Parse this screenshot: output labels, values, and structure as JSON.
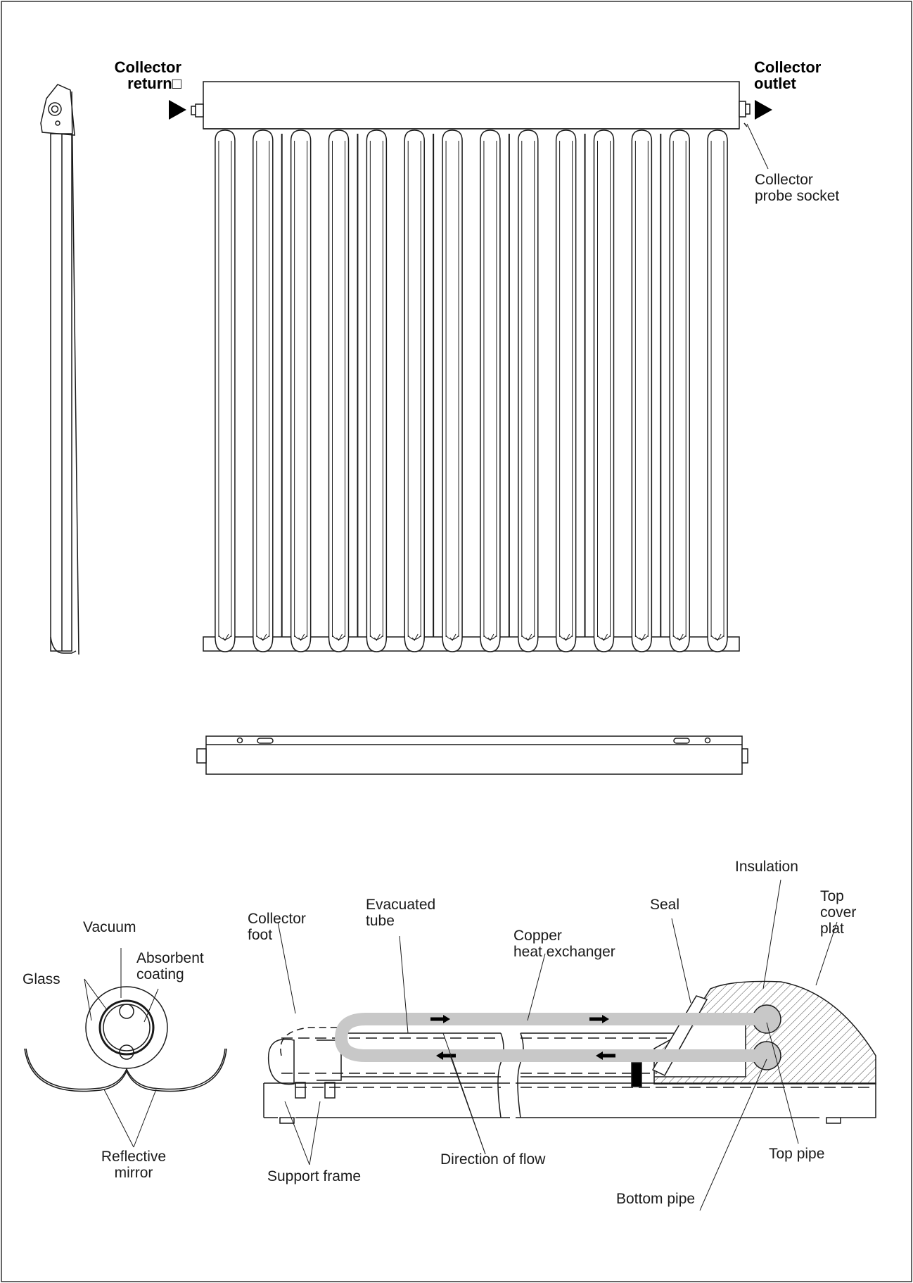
{
  "labels": {
    "collector_return": [
      "Collector",
      "return□"
    ],
    "collector_outlet": [
      "Collector",
      "outlet"
    ],
    "collector_probe_socket": [
      "Collector",
      "probe socket"
    ],
    "vacuum": "Vacuum",
    "absorbent_coating": [
      "Absorbent",
      "coating"
    ],
    "glass": "Glass",
    "reflective_mirror": [
      "Reflective",
      "mirror"
    ],
    "collector_foot": [
      "Collector",
      "foot"
    ],
    "evacuated_tube": [
      "Evacuated",
      "tube"
    ],
    "copper_heat_exchanger": [
      "Copper",
      "heat exchanger"
    ],
    "seal": "Seal",
    "insulation": "Insulation",
    "top_cover_plat": [
      "Top",
      "cover",
      "plat"
    ],
    "direction_of_flow": "Direction of flow",
    "support_frame": "Support frame",
    "top_pipe": "Top pipe",
    "bottom_pipe": "Bottom pipe"
  },
  "colors": {
    "line": "#1a1a1a",
    "pipe_fill": "#c8c8c8",
    "hatch": "#444444"
  },
  "icons": {
    "flow_arrow": "triangle-right-icon"
  }
}
